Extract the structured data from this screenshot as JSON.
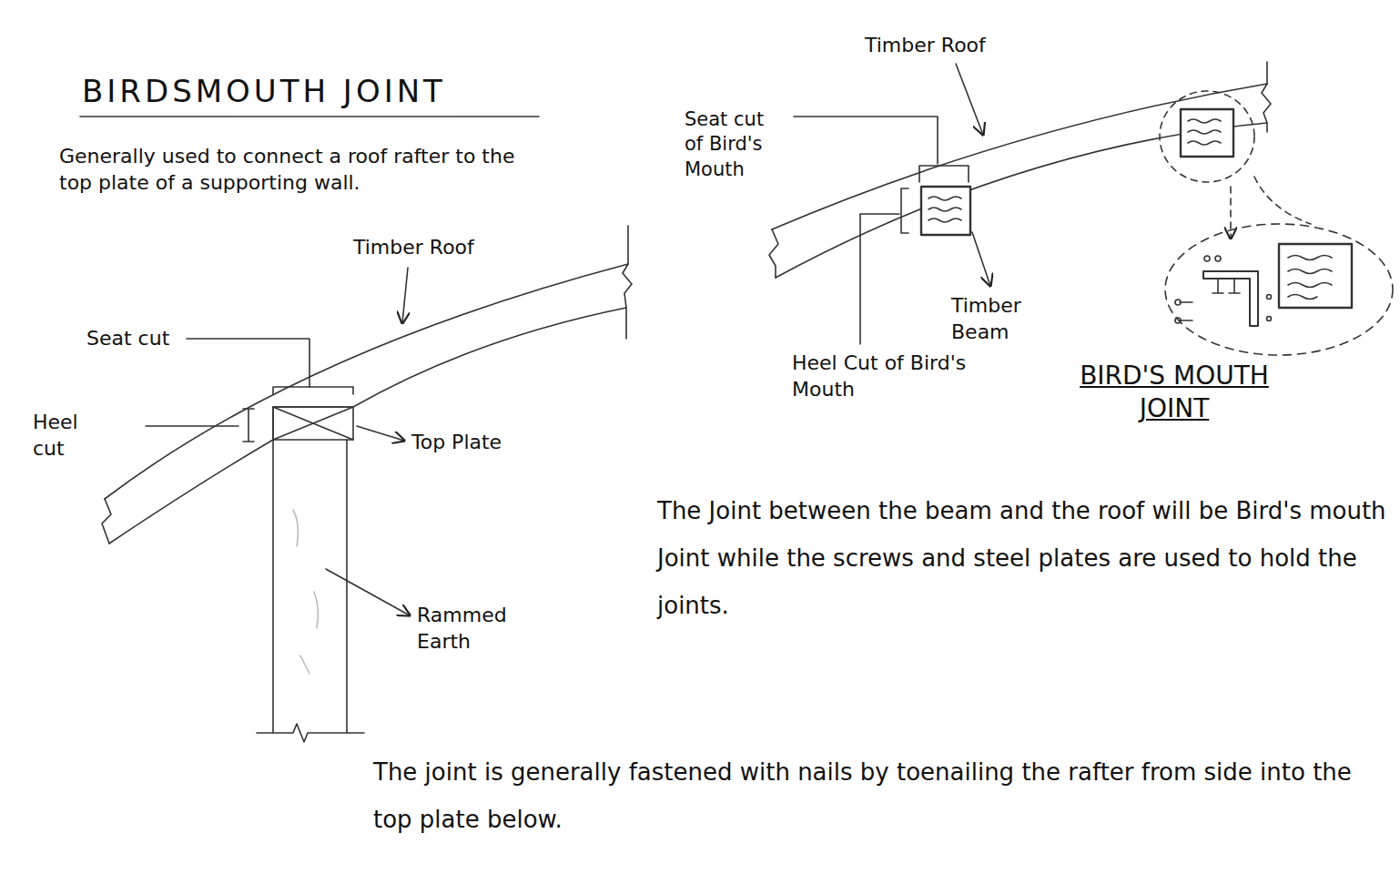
{
  "diagram": {
    "title": "BIRDSMOUTH JOINT",
    "labels": [
      "Generally used to connect a roof rafter to the top plate of a supporting wall.",
      "Timber Roof",
      "Seat cut",
      "Heel cut",
      "Top Plate",
      "Rammed Earth",
      "Timber Roof",
      "Seat cut of Bird's Mouth",
      "Timber Beam",
      "Heel Cut of Bird's Mouth",
      "BIRD'S MOUTH JOINT",
      "The Joint between the beam and the roof will be Bird's mouth Joint while the screws and steel plates are used to hold the joints.",
      "The joint is generally fastened with nails by toenailing the rafter from side into the top plate below."
    ]
  }
}
